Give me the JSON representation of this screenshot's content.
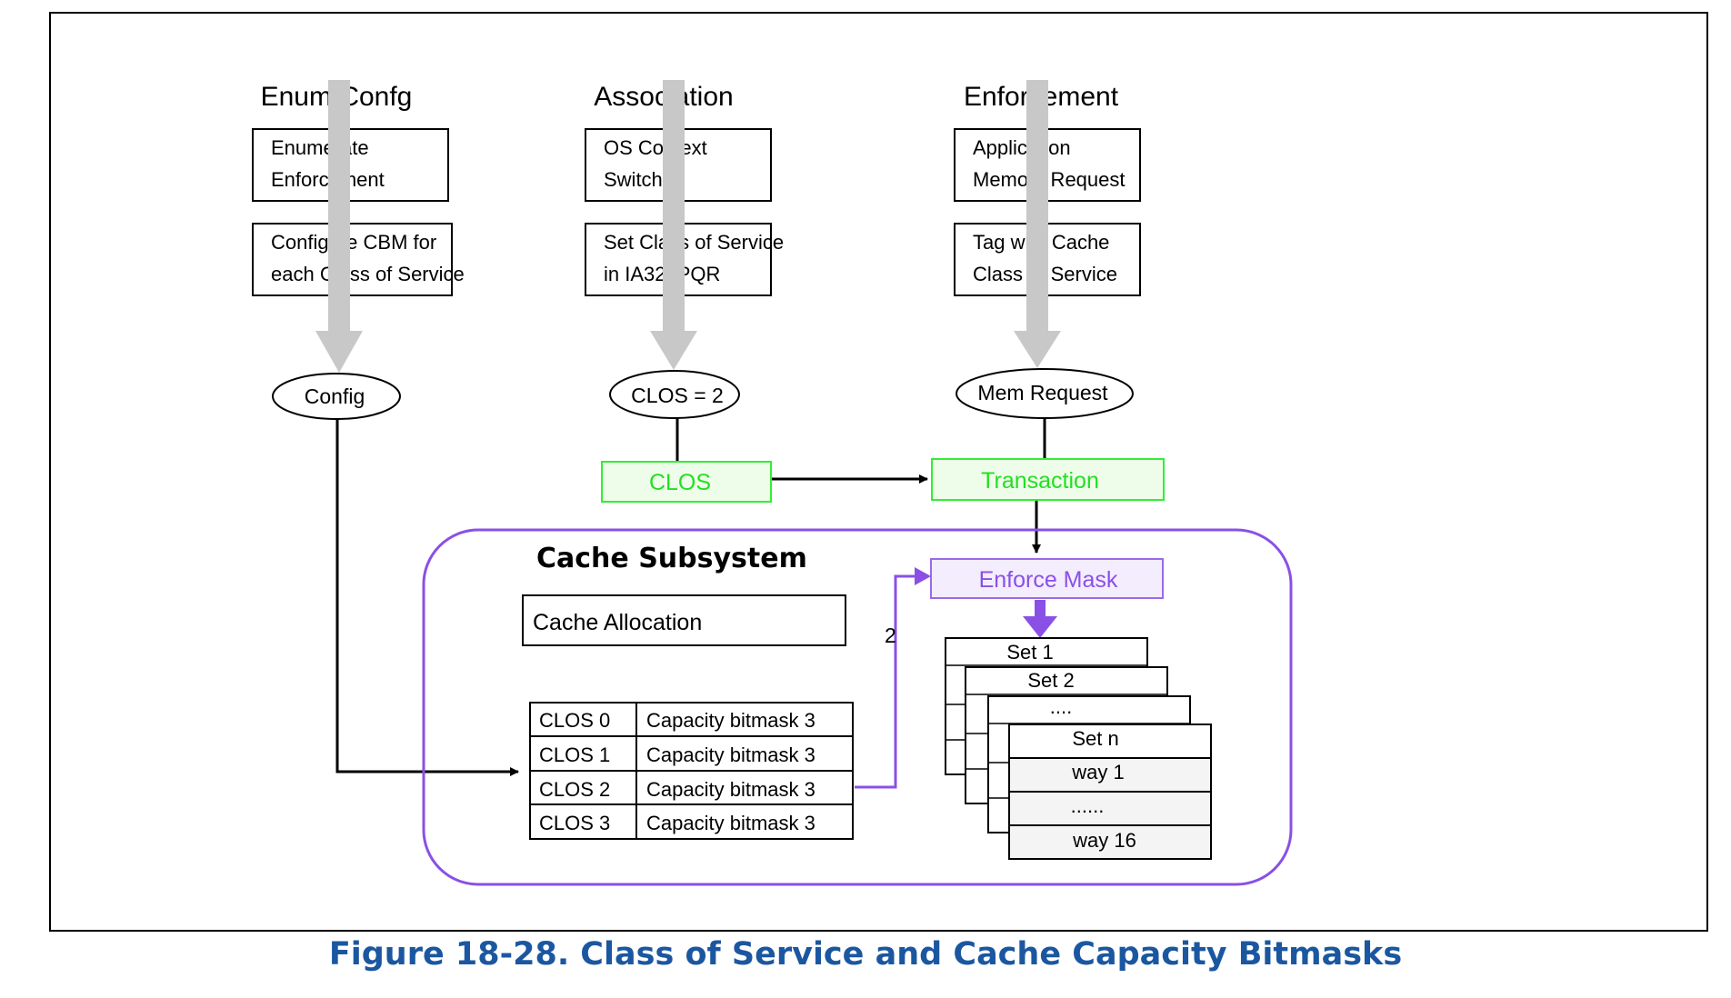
{
  "headers": {
    "enum": "Enum/Confg",
    "assoc": "Association",
    "enforce": "Enforcement"
  },
  "enum_steps": {
    "s1": [
      "Enumerate",
      "Enforcement"
    ],
    "s2": [
      "Configure CBM for",
      "each Class of Service"
    ]
  },
  "assoc_steps": {
    "s1": [
      "OS Context",
      "Switch"
    ],
    "s2": [
      "Set Class of Service",
      "in IA32_PQR"
    ]
  },
  "enforce_steps": {
    "s1": [
      "Application",
      "Memory Request"
    ],
    "s2": [
      "Tag with Cache",
      "Class of Service"
    ]
  },
  "nodes": {
    "config": "Config",
    "clos_eq": "CLOS = 2",
    "mem_request": "Mem Request"
  },
  "green": {
    "clos": "CLOS",
    "transaction": "Transaction"
  },
  "cache": {
    "title": "Cache Subsystem",
    "allocation": "Cache Allocation",
    "enforce_mask": "Enforce Mask",
    "edge_label": "2",
    "table": [
      [
        "CLOS 0",
        "Capacity bitmask 3"
      ],
      [
        "CLOS 1",
        "Capacity bitmask 3"
      ],
      [
        "CLOS 2",
        "Capacity bitmask 3"
      ],
      [
        "CLOS 3",
        "Capacity bitmask 3"
      ]
    ],
    "sets": [
      "Set 1",
      "Set 2",
      "....",
      "Set n"
    ],
    "ways": [
      "way 1",
      "......",
      "way 16"
    ]
  },
  "colors": {
    "green": "#33ee33",
    "purple": "#8a50e6",
    "caption": "#1b57a0"
  },
  "caption": "Figure 18-28.  Class of Service and Cache Capacity Bitmasks"
}
